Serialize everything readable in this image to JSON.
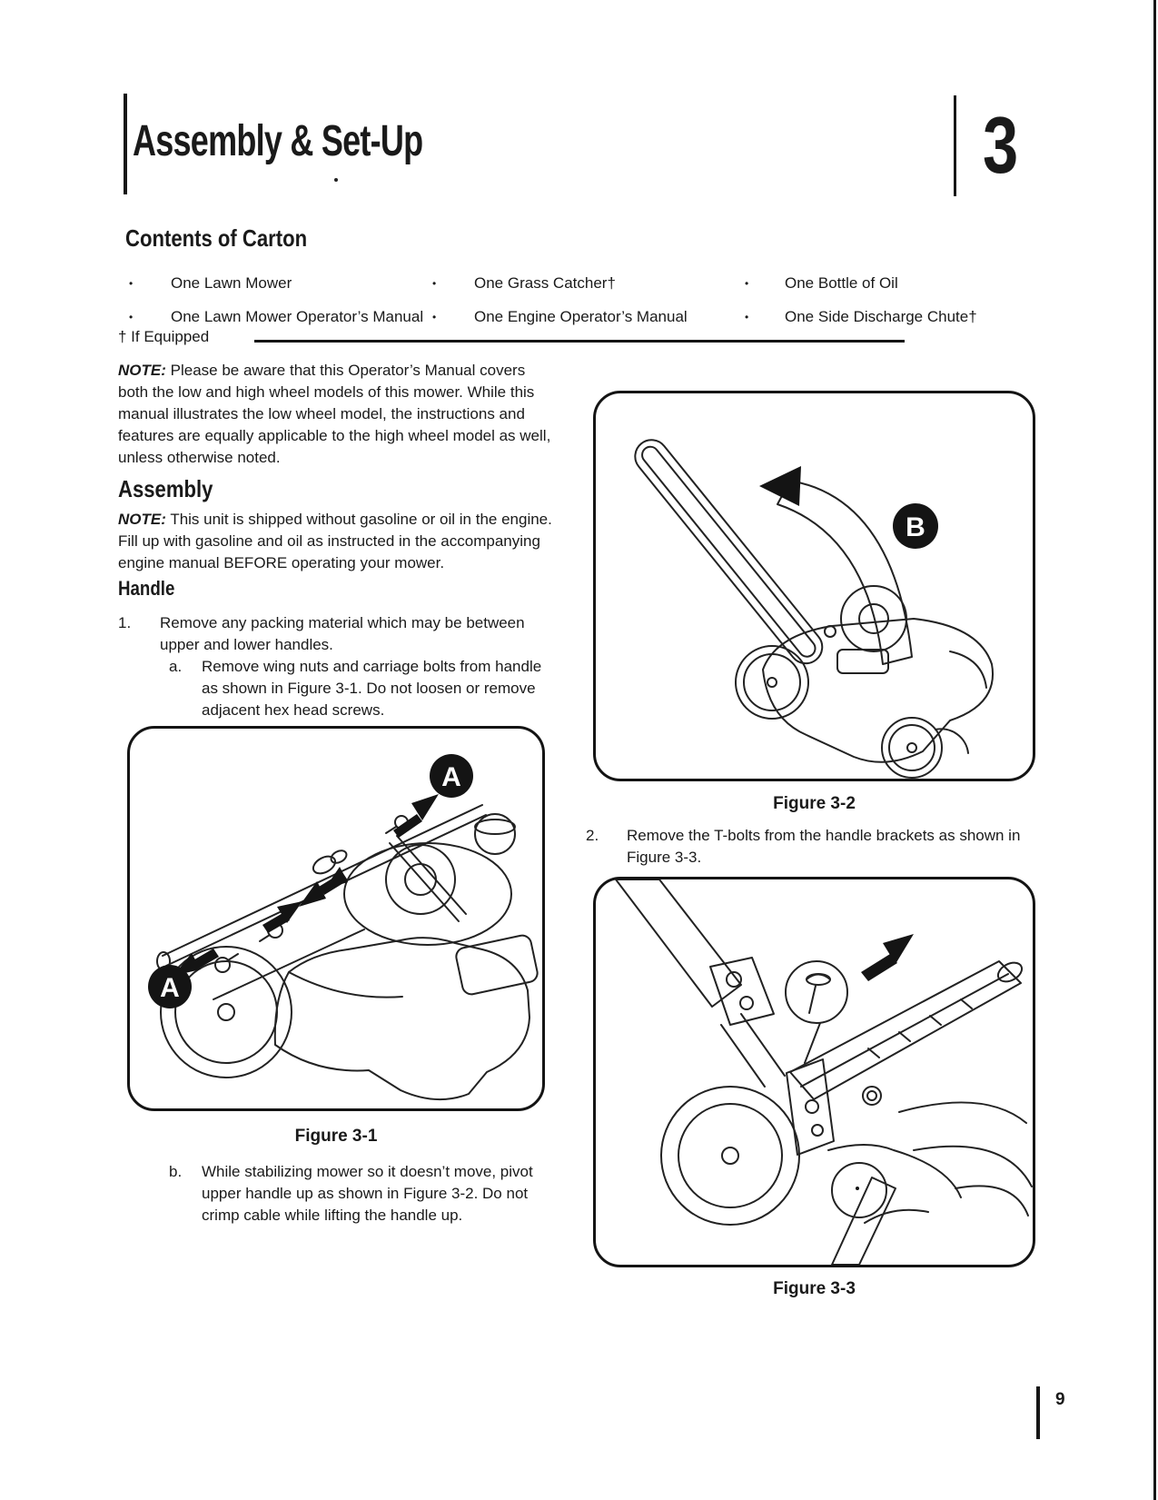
{
  "header": {
    "title": "Assembly & Set-Up",
    "chapter_number": "3"
  },
  "carton": {
    "heading": "Contents of Carton",
    "bullet": "•",
    "items": [
      [
        "One Lawn Mower",
        "One Grass Catcher†",
        "One Bottle of Oil"
      ],
      [
        "One Lawn Mower Operator’s Manual",
        "One Engine Operator’s Manual",
        "One Side Discharge Chute†"
      ]
    ],
    "footnote": "† If Equipped"
  },
  "intro_note": {
    "label": "NOTE:",
    "text": "Please be aware that this Operator’s Manual covers both the low and high wheel models of this mower. While this manual illustrates the low wheel model, the instructions and features are equally applicable to the high wheel model as well, unless otherwise noted."
  },
  "assembly": {
    "heading": "Assembly",
    "note_label": "NOTE:",
    "note_text": "This unit is shipped without gasoline or oil in the engine. Fill up with gasoline and oil as instructed in the accompanying engine manual BEFORE operating your mower."
  },
  "handle": {
    "heading": "Handle",
    "step1_num": "1.",
    "step1_text": "Remove any packing material which may be between upper and lower handles.",
    "step1a_num": "a.",
    "step1a_text": "Remove wing nuts and carriage bolts from handle as shown in Figure 3-1. Do not loosen or remove adjacent hex head screws.",
    "step1b_num": "b.",
    "step1b_text": "While stabilizing mower so it doesn’t move, pivot upper handle up as shown in Figure 3-2. Do not crimp cable while lifting the handle up.",
    "step2_num": "2.",
    "step2_text": "Remove the T-bolts from the handle brackets as shown in Figure 3-3."
  },
  "figures": {
    "fig1": {
      "caption": "Figure 3-1",
      "badge": "A"
    },
    "fig2": {
      "caption": "Figure 3-2",
      "badge": "B"
    },
    "fig3": {
      "caption": "Figure 3-3"
    }
  },
  "footer": {
    "page_number": "9"
  },
  "colors": {
    "ink": "#1a1a1a",
    "paper": "#ffffff"
  }
}
